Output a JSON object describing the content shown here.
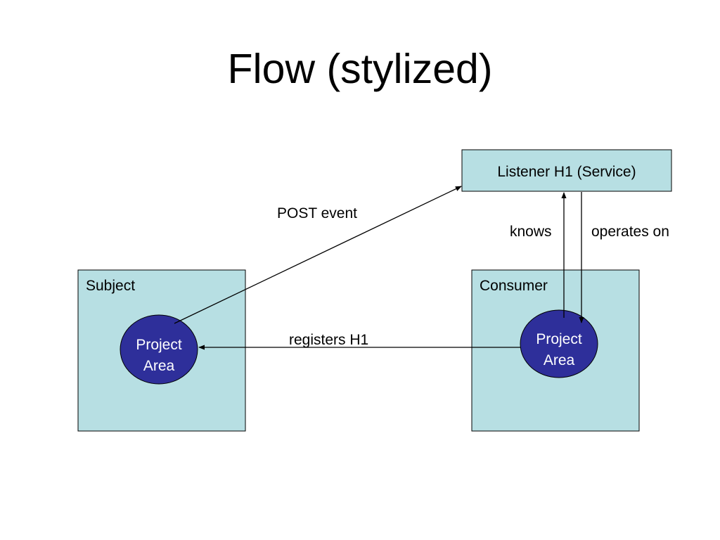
{
  "title": "Flow (stylized)",
  "colors": {
    "box_fill": "#b7dfe3",
    "ellipse_fill": "#2e2f9a",
    "stroke": "#000000"
  },
  "nodes": {
    "listener": {
      "label": "Listener H1 (Service)"
    },
    "subject": {
      "label": "Subject",
      "inner": {
        "line1": "Project",
        "line2": "Area"
      }
    },
    "consumer": {
      "label": "Consumer",
      "inner": {
        "line1": "Project",
        "line2": "Area"
      }
    }
  },
  "edges": {
    "post_event": "POST event",
    "registers": "registers H1",
    "knows": "knows",
    "operates_on": "operates on"
  }
}
